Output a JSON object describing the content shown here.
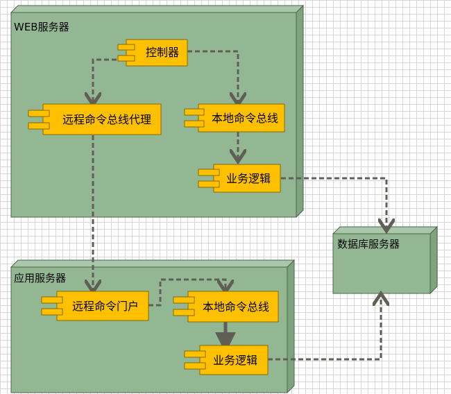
{
  "nodes": {
    "web_server": {
      "label": "WEB服务器"
    },
    "app_server": {
      "label": "应用服务器"
    },
    "db_server": {
      "label": "数据库服务器"
    }
  },
  "components": {
    "controller": {
      "label": "控制器"
    },
    "remote_bus_proxy": {
      "label": "远程命令总线代理"
    },
    "local_bus_web": {
      "label": "本地命令总线"
    },
    "business_logic_web": {
      "label": "业务逻辑"
    },
    "remote_command_gateway": {
      "label": "远程命令门户"
    },
    "local_bus_app": {
      "label": "本地命令总线"
    },
    "business_logic_app": {
      "label": "业务逻辑"
    }
  },
  "colors": {
    "node_fill": "#93b793",
    "node_side": "#7ea37e",
    "node_stroke": "#4a644a",
    "component_fill": "#ffc000",
    "component_stroke": "#8a6a00",
    "connector": "#5f5f55"
  }
}
